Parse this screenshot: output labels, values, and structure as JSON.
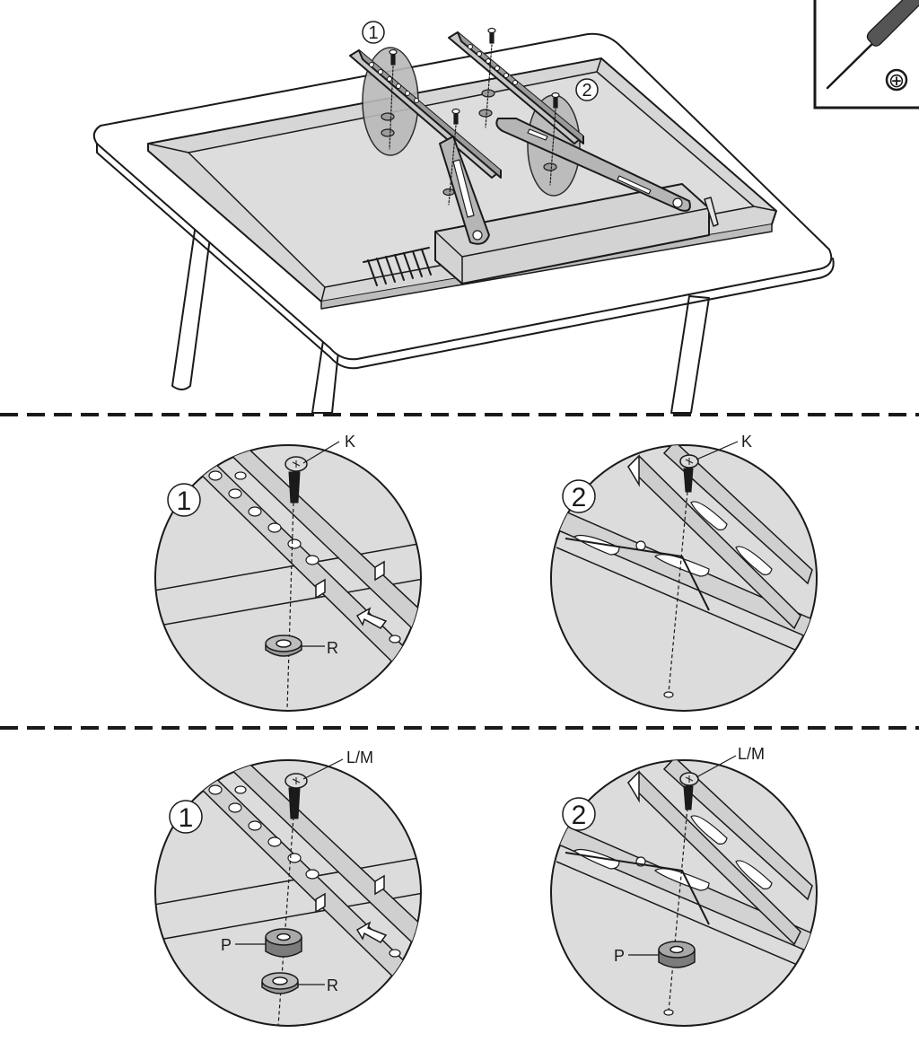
{
  "tool_box": {
    "icon": "phillips-screwdriver-icon",
    "symbol": "⊕"
  },
  "overview": {
    "callout_1": "1",
    "callout_2": "2"
  },
  "detail_row_1": {
    "left": {
      "number": "1",
      "screw_label": "K",
      "washer_label": "R"
    },
    "right": {
      "number": "2",
      "screw_label": "K"
    }
  },
  "detail_row_2": {
    "left": {
      "number": "1",
      "screw_label": "L/M",
      "spacer_label": "P",
      "washer_label": "R"
    },
    "right": {
      "number": "2",
      "screw_label": "L/M",
      "spacer_label": "P"
    }
  },
  "colors": {
    "line": "#1a1a1a",
    "panel_grey": "#d9d9d9",
    "dark_grey": "#8a8a8a",
    "callout_fill": "#b9b9b9"
  }
}
